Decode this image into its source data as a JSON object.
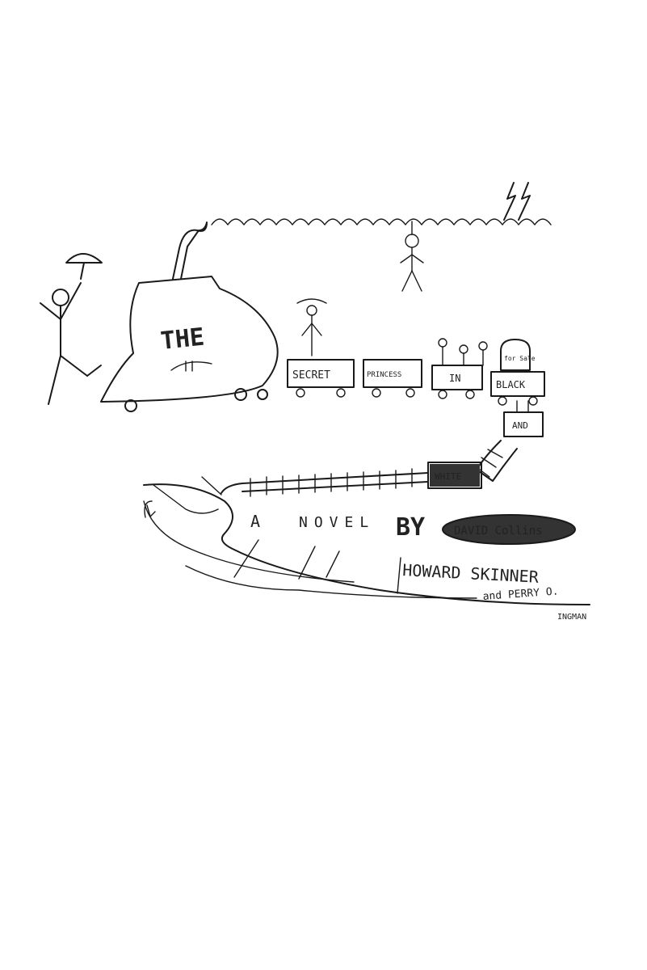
{
  "cover": {
    "title_word": "THE",
    "cars": [
      "SECRET",
      "PRINCESS",
      "IN",
      "BLACK",
      "AND",
      "WHITE"
    ],
    "tag_text": "for Sale",
    "subtitle_a": "A",
    "subtitle_novel": "NOVEL",
    "subtitle_by": "BY",
    "byline_oval": "DAVID Collins",
    "author_primary": "HOWARD SKINNER",
    "author_secondary": "and PERRY O.",
    "author_secondary_2": "INGMAN"
  },
  "colors": {
    "ink": "#1a1a1a",
    "paper": "#ffffff"
  }
}
